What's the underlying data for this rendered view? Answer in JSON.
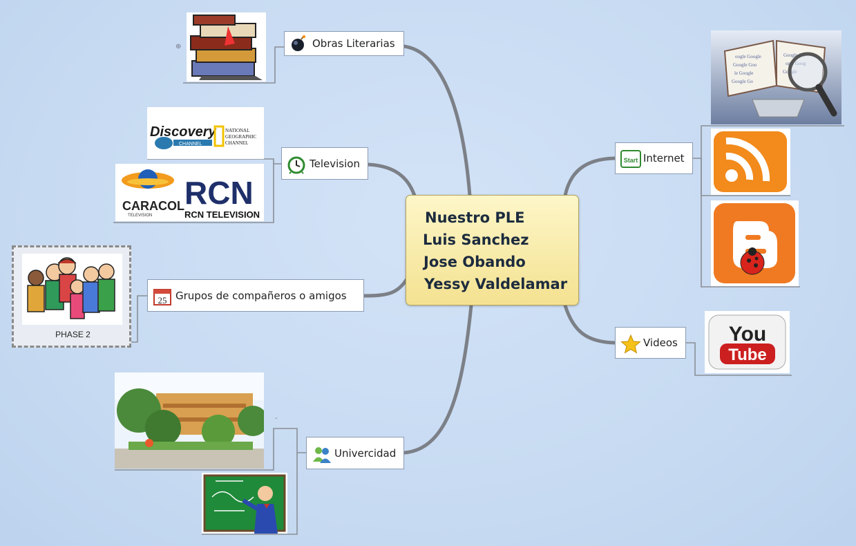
{
  "central": {
    "lines": [
      "Nuestro PLE",
      "Luis Sanchez",
      "Jose Obando",
      "Yessy Valdelamar"
    ]
  },
  "topics": {
    "obras": {
      "label": "Obras Literarias",
      "icon": "bomb-icon"
    },
    "television": {
      "label": "Television",
      "icon": "alarm-clock-icon"
    },
    "grupos": {
      "label": "Grupos de compañeros o amigos",
      "icon": "calendar-icon"
    },
    "universidad": {
      "label": "Univercidad",
      "icon": "people-icon"
    },
    "internet": {
      "label": "Internet",
      "icon": "start-icon",
      "icon_text": "Start"
    },
    "videos": {
      "label": "Videos",
      "icon": "star-icon"
    }
  },
  "images": {
    "discovery_text": "Discovery",
    "discovery_channel": "CHANNEL",
    "natgeo_text": "NATIONAL GEOGRAPHIC CHANNEL",
    "caracol_text": "CARACOL",
    "caracol_sub": "TELEVISION",
    "rcn_logo": "RCN",
    "rcn_text": "RCN TELEVISION",
    "phase_label": "PHASE 2",
    "youtube_you": "You",
    "youtube_tube": "Tube",
    "calendar_day": "25"
  },
  "colors": {
    "background": "#c9dcf3",
    "central_fill": "#f4e291",
    "connector": "#7b7f86",
    "rss_orange": "#f28a1c",
    "youtube_red": "#cc1f1f"
  }
}
